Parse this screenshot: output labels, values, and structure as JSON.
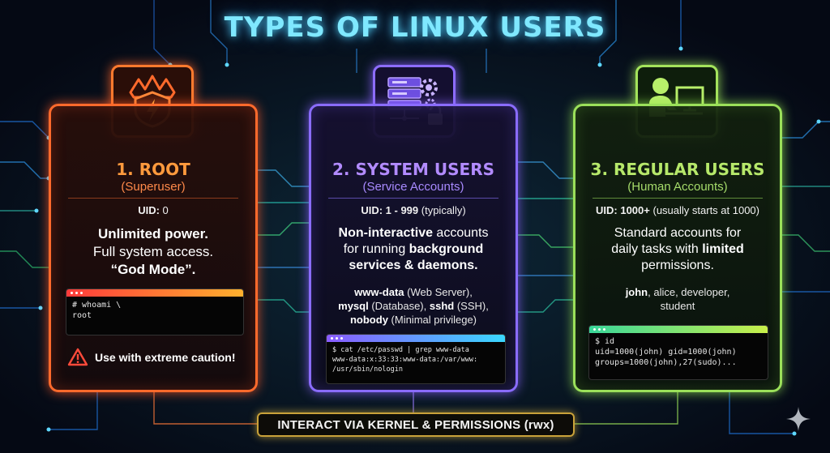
{
  "title": "TYPES OF LINUX USERS",
  "cards": [
    {
      "heading": "1. ROOT",
      "subheading": "(Superuser)",
      "uid_label": "UID:",
      "uid_value": "0",
      "desc_line1": "Unlimited power.",
      "desc_line2": "Full system access.",
      "desc_line3": "“God Mode”.",
      "terminal_line1": "# whoami \\",
      "terminal_line2": "root",
      "caution": "Use with extreme caution!",
      "accent": "#ff6a2c",
      "icon": "crown-shield-lightning-icon"
    },
    {
      "heading": "2. SYSTEM USERS",
      "subheading": "(Service Accounts)",
      "uid_label": "UID:",
      "uid_value": "1 - 999",
      "uid_note": "(typically)",
      "desc_part1": "Non-interactive",
      "desc_part2": " accounts",
      "desc_part3": "for running ",
      "desc_part4": "background",
      "desc_part5": "services & daemons.",
      "ex1_bold": "www-data",
      "ex1_rest": " (Web Server),",
      "ex2_bold": "mysql",
      "ex2_mid": " (Database), ",
      "ex2_bold2": "sshd",
      "ex2_rest": " (SSH),",
      "ex3_bold": "nobody",
      "ex3_rest": " (Minimal privilege)",
      "terminal_line1": "$ cat /etc/passwd | grep www-data",
      "terminal_line2": "www-data:x:33:33:www-data:/var/www:",
      "terminal_line3": "/usr/sbin/nologin",
      "accent": "#8a6cff",
      "icon": "server-gear-lock-icon"
    },
    {
      "heading": "3. REGULAR USERS",
      "subheading": "(Human Accounts)",
      "uid_label": "UID:",
      "uid_value": "1000+",
      "uid_note": "(usually starts at 1000)",
      "desc_part1": "Standard accounts for",
      "desc_part2": "daily tasks with ",
      "desc_part3": "limited",
      "desc_part4": "permissions.",
      "examples_bold": "john",
      "examples_rest": ", alice, developer,",
      "examples_line2": "student",
      "terminal_line1": "$ id",
      "terminal_line2": "uid=1000(john) gid=1000(john)",
      "terminal_line3": "groups=1000(john),27(sudo)...",
      "accent": "#9be05a",
      "icon": "person-at-computer-icon"
    }
  ],
  "footer": "INTERACT VIA KERNEL & PERMISSIONS (rwx)"
}
